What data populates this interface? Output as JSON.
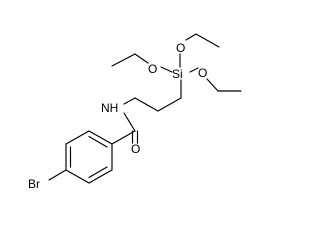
{
  "molecule": {
    "labels": {
      "br": "Br",
      "o_amide": "O",
      "nh": "NH",
      "si": "Si",
      "o1": "O",
      "o2": "O",
      "o3": "O"
    }
  },
  "colors": {
    "bond": "#000000",
    "text": "#000000",
    "background": "#ffffff"
  }
}
